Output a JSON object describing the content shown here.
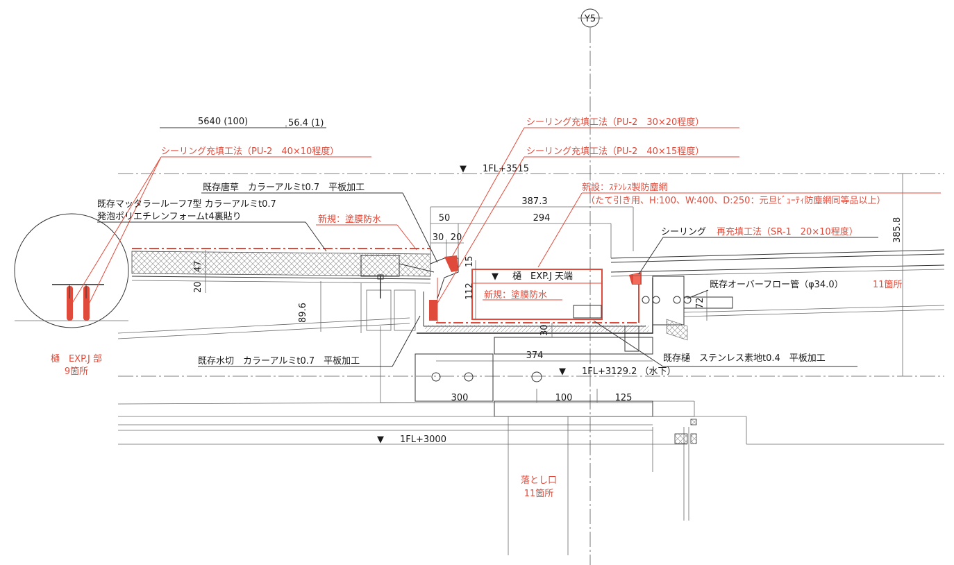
{
  "grid_label": "Y5",
  "levels": {
    "top": "1FL+3515",
    "gutter_bottom": "1FL+3129.2 （水下）",
    "floor": "1FL+3000",
    "triangle": "▼"
  },
  "slope_note": {
    "left": "5640 (100)",
    "right": "56.4 (1)"
  },
  "labels_red": {
    "sealing_pu2_40x10": "シーリング充填工法（PU-2　40×10程度）",
    "sealing_pu2_30x20": "シーリング充填工法（PU-2　30×20程度）",
    "sealing_pu2_40x15": "シーリング充填工法（PU-2　40×15程度）",
    "new_screen_1": "新設：ｽﾃﾝﾚｽ製防塵網",
    "new_screen_2": "（たて引き用、H:100、W:400、D:250：元旦ﾋﾞｭｰﾃｨ防塵網同等品以上）",
    "new_coating_1": "新規：塗膜防水",
    "new_coating_2": "新規：塗膜防水",
    "sealing_sr1_prefix": "シーリング",
    "sealing_sr1_red": "再充填工法（SR-1　20×10程度）",
    "overflow_count": "11箇所",
    "gutter_expj_1": "樋　EXP.J 部",
    "gutter_expj_2": "9箇所",
    "drop_outlet_1": "落とし口",
    "drop_outlet_2": "11箇所"
  },
  "labels_black": {
    "karakusa": "既存唐草　カラーアルミt0.7　平板加工",
    "roof_1": "既存マッタラールーフ7型 カラーアルミt0.7",
    "roof_2": "発泡ポリエチレンフォームt4裏貼り",
    "gutter_expj_top": "樋　EXP.J 天端",
    "overflow_pipe": "既存オーバーフロー管（φ34.0）",
    "mizukiri": "既存水切　カラーアルミt0.7　平板加工",
    "gutter_existing": "既存樋　ステンレス素地t0.4　平板加工"
  },
  "dimensions": {
    "d387": "387.3",
    "d50": "50",
    "d294": "294",
    "d30a": "30",
    "d20a": "20",
    "d15": "15",
    "d47": "47",
    "d20b": "20",
    "d112": "112",
    "d89": "89.6",
    "d30b": "30",
    "d72": "72",
    "d385": "385.8",
    "d374": "374",
    "d300": "300",
    "d100": "100",
    "d125": "125"
  }
}
